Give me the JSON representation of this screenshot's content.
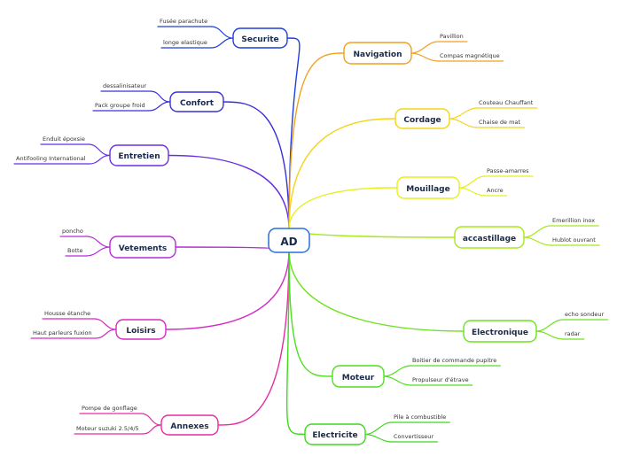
{
  "center": {
    "label": "AD"
  },
  "branches": [
    {
      "label": "Securite",
      "color": "#1f3fdc",
      "leaves": [
        "Fusée parachute",
        "longe elastique"
      ]
    },
    {
      "label": "Confort",
      "color": "#3a30d8",
      "leaves": [
        "dessalinisateur",
        "Pack groupe froid"
      ]
    },
    {
      "label": "Entretien",
      "color": "#6a2ee0",
      "leaves": [
        "Enduit époxsie",
        "Antifooling International"
      ]
    },
    {
      "label": "Vetements",
      "color": "#b82bd6",
      "leaves": [
        "poncho",
        "Botte"
      ]
    },
    {
      "label": "Loisirs",
      "color": "#d62bc4",
      "leaves": [
        "Housse étanche",
        "Haut parleurs fuxion"
      ]
    },
    {
      "label": "Annexes",
      "color": "#e52ca0",
      "leaves": [
        "Pompe de gonflage",
        "Moteur suzuki 2.5/4/5"
      ]
    },
    {
      "label": "Navigation",
      "color": "#f0a020",
      "leaves": [
        "Pavillion",
        "Compas magnétique"
      ]
    },
    {
      "label": "Cordage",
      "color": "#f2d51a",
      "leaves": [
        "Couteau Chauffant",
        "Chaise de mat"
      ]
    },
    {
      "label": "Mouillage",
      "color": "#e6f01a",
      "leaves": [
        "Passe-amarres",
        "Ancre"
      ]
    },
    {
      "label": "accastillage",
      "color": "#a8e81e",
      "leaves": [
        "Emerillion inox",
        "Hublot ouvrant"
      ]
    },
    {
      "label": "Electronique",
      "color": "#6ee21e",
      "leaves": [
        "echo sondeur",
        "radar"
      ]
    },
    {
      "label": "Moteur",
      "color": "#4ee01e",
      "leaves": [
        "Boitier de commande pupitre",
        "Propulseur d'étrave"
      ]
    },
    {
      "label": "Electricite",
      "color": "#3ed81e",
      "leaves": [
        "Pile à combustible",
        "Convertisseur"
      ]
    }
  ]
}
